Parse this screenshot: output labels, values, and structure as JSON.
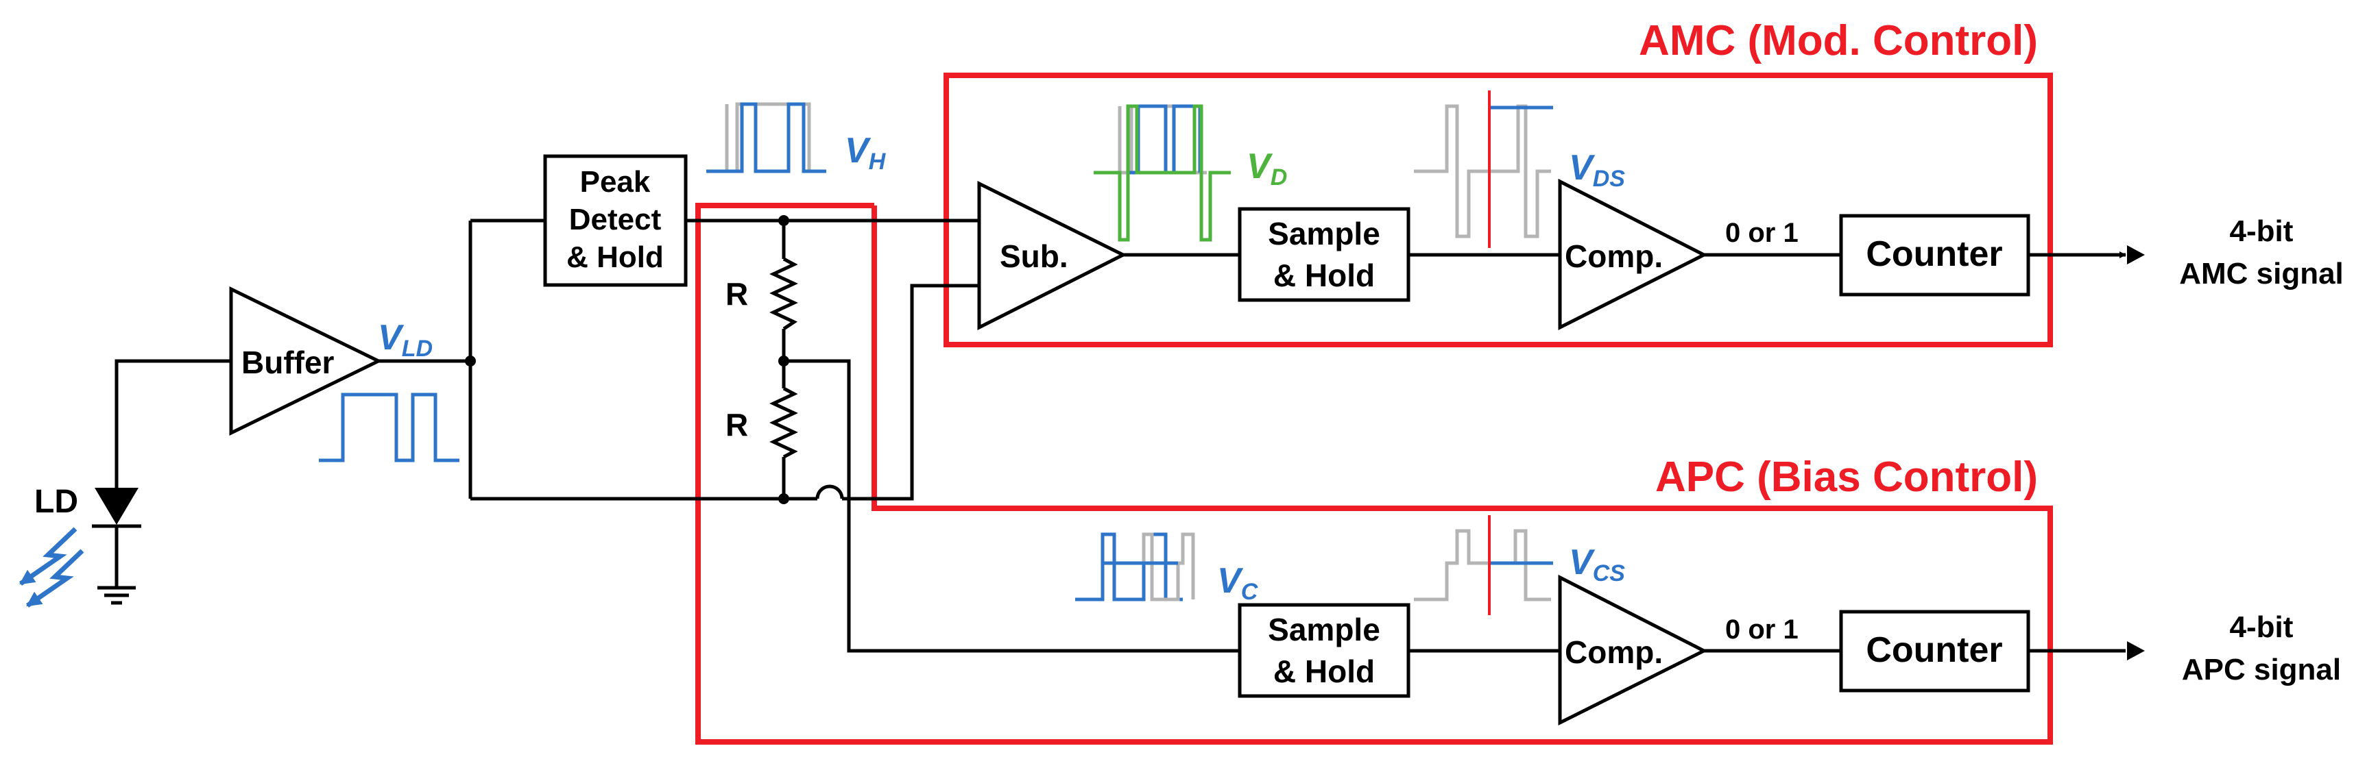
{
  "colors": {
    "region": "#ee1c25",
    "signal_blue": "#2e75c9",
    "signal_green": "#4db33d",
    "signal_gray": "#b4b4b4",
    "wire": "#000000"
  },
  "regions": {
    "amc_title": "AMC (Mod. Control)",
    "apc_title": "APC (Bias Control)"
  },
  "blocks": {
    "buffer": "Buffer",
    "peak_line1": "Peak",
    "peak_line2": "Detect",
    "peak_line3": "& Hold",
    "sub": "Sub.",
    "sh_line1": "Sample",
    "sh_line2": "& Hold",
    "comp": "Comp.",
    "counter": "Counter"
  },
  "components": {
    "ld": "LD",
    "resistor": "R"
  },
  "signals": {
    "v_ld": {
      "v": "V",
      "sub": "LD"
    },
    "v_h": {
      "v": "V",
      "sub": "H"
    },
    "v_d": {
      "v": "V",
      "sub": "D"
    },
    "v_ds": {
      "v": "V",
      "sub": "DS"
    },
    "v_c": {
      "v": "V",
      "sub": "C"
    },
    "v_cs": {
      "v": "V",
      "sub": "CS"
    },
    "comp_out": "0 or 1"
  },
  "outputs": {
    "amc_line1": "4-bit",
    "amc_line2": "AMC signal",
    "apc_line1": "4-bit",
    "apc_line2": "APC signal"
  },
  "icons": [
    "laser-diode-icon",
    "light-emission-icon",
    "ground-icon",
    "resistor-icon",
    "arrow-icon"
  ]
}
